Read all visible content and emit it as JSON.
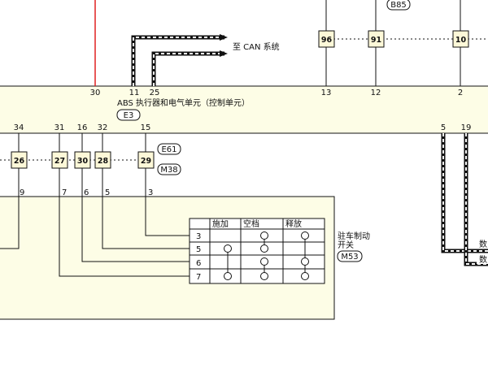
{
  "colors": {
    "unit_fill": "#fdfde6",
    "connector_fill": "#fdf8d8",
    "power_wire": "#e02020",
    "line": "#111111"
  },
  "abs_unit": {
    "title": "ABS 执行器和电气单元（控制单元）",
    "code": "E3",
    "top_pins": [
      "30",
      "11",
      "25",
      "13",
      "12",
      "2"
    ],
    "bottom_pins": [
      "34",
      "31",
      "16",
      "32",
      "15",
      "5",
      "19"
    ]
  },
  "can_label": "至 CAN 系统",
  "top_connectors": [
    "96",
    "91",
    "10"
  ],
  "top_badge": "B85",
  "lower_connectors": [
    "26",
    "27",
    "30",
    "28",
    "29"
  ],
  "lower_badges": [
    "E61",
    "M38"
  ],
  "switch_pins": [
    "9",
    "7",
    "6",
    "5",
    "3"
  ],
  "switch": {
    "name": "驻车制动\n开关",
    "code": "M53",
    "headers": [
      "施加",
      "空档",
      "释放"
    ],
    "rows": [
      "3",
      "5",
      "6",
      "7"
    ]
  },
  "right_labels": [
    "数",
    "数"
  ]
}
